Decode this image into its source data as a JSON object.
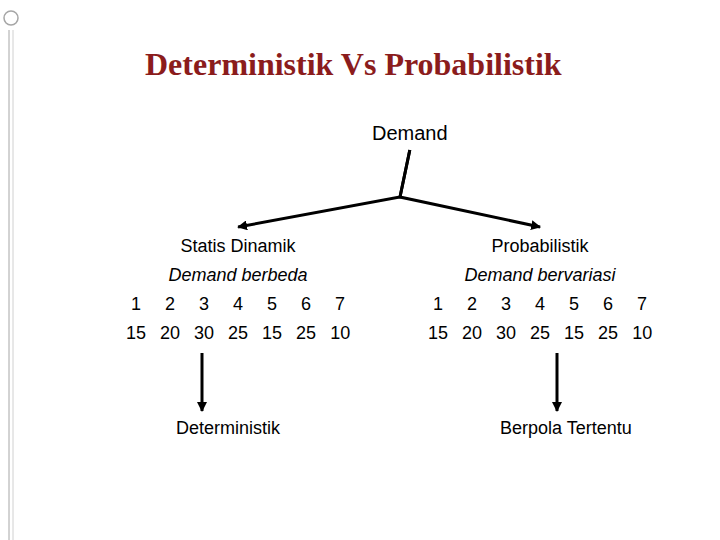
{
  "diagram": {
    "title": "Deterministik Vs Probabilistik",
    "nodes": [
      {
        "text": [
          "Demand"
        ]
      },
      {
        "text": [
          "Statis Dinamik",
          "Demand berbeda",
          "1 2 3 4 5 6 7",
          "15 20 30 25 15 25 10"
        ]
      },
      {
        "text": [
          "Probabilistik",
          "Demand bervariasi",
          "1 2 3 4 5 6 7",
          "15 20 30 25 15 25 10"
        ]
      },
      {
        "text": [
          "Deterministik"
        ]
      },
      {
        "text": [
          "Berpola Tertentu"
        ]
      }
    ],
    "edges": [
      {
        "from": 0,
        "to": 1,
        "arrow": "to"
      },
      {
        "from": 0,
        "to": 2,
        "arrow": "to"
      },
      {
        "from": 1,
        "to": 3,
        "arrow": "to"
      },
      {
        "from": 2,
        "to": 4,
        "arrow": "to"
      }
    ]
  }
}
